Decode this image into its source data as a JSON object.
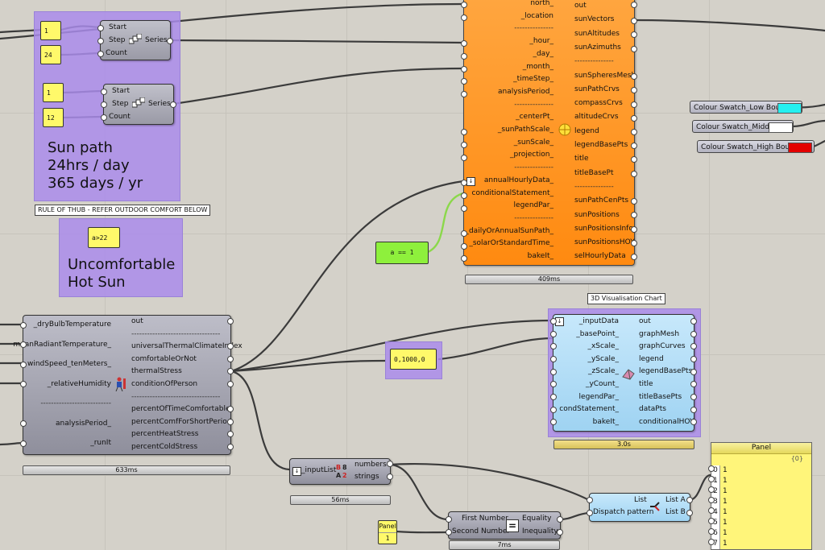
{
  "sunpath_group": {
    "series1": {
      "start_val": "1",
      "count_val": "24",
      "start": "Start",
      "step": "Step",
      "count": "Count",
      "out": "Series"
    },
    "series2": {
      "start_val": "1",
      "count_val": "12",
      "start": "Start",
      "step": "Step",
      "count": "Count",
      "out": "Series"
    },
    "note": [
      "Sun path",
      "24hrs / day",
      "365 days / yr"
    ]
  },
  "rule_tag": "RULE OF THUB - REFER OUTDOOR COMFORT BELOW",
  "hot_group": {
    "expr": "a>22",
    "note": [
      "Uncomfortable",
      "Hot Sun"
    ]
  },
  "sunpath_comp": {
    "inputs": [
      "north_",
      "_location",
      "---------------",
      "_hour_",
      "_day_",
      "_month_",
      "_timeStep_",
      "analysisPeriod_",
      "---------------",
      "_centerPt_",
      "_sunPathScale_",
      "_sunScale_",
      "_projection_",
      "---------------",
      "annualHourlyData_",
      "conditionalStatement_",
      "legendPar_",
      "---------------",
      "_dailyOrAnnualSunPath_",
      "_solarOrStandardTime_",
      "bakeIt_"
    ],
    "outputs": [
      "out",
      "sunVectors",
      "sunAltitudes",
      "sunAzimuths",
      "---------------",
      "sunSpheresMesh",
      "sunPathCrvs",
      "compassCrvs",
      "altitudeCrvs",
      "legend",
      "legendBasePts",
      "title",
      "titleBasePt",
      "---------------",
      "sunPathCenPts",
      "sunPositions",
      "sunPositionsInfo",
      "sunPositionsHOY",
      "selHourlyData"
    ],
    "time": "409ms"
  },
  "green_panel": "a == 1",
  "swatches": [
    {
      "label": "Colour Swatch_Low Bound",
      "color": "#25f0f0"
    },
    {
      "label": "Colour Swatch_Middle",
      "color": "#ffffff"
    },
    {
      "label": "Colour Swatch_High Bound",
      "color": "#e30000"
    }
  ],
  "comfort_comp": {
    "inputs": [
      "_dryBulbTemperature",
      "meanRadiantTemperature_",
      "windSpeed_tenMeters_",
      "_relativeHumidity",
      "---------------------------",
      "analysisPeriod_",
      "_runIt"
    ],
    "outputs": [
      "out",
      "----------------------------------",
      "universalThermalClimateIndex",
      "comfortableOrNot",
      "thermalStress",
      "conditionOfPerson",
      "----------------------------------",
      "percentOfTimeComfortable",
      "percentComfForShortPeriod",
      "percentHeatStress",
      "percentColdStress"
    ],
    "time": "633ms"
  },
  "vector_panel": "0,1000,0",
  "chart_tag": "3D Visualisation Chart",
  "chart_comp": {
    "inputs": [
      "_inputData",
      "_basePoint_",
      "_xScale_",
      "_yScale_",
      "_zScale_",
      "_yCount_",
      "legendPar_",
      "condStatement_",
      "bakeIt_"
    ],
    "outputs": [
      "out",
      "graphMesh",
      "graphCurves",
      "legend",
      "legendBasePts",
      "title",
      "titleBasePts",
      "dataPts",
      "conditionalHOY"
    ],
    "time": "3.0s"
  },
  "list_comp": {
    "input": "_inputList",
    "outputs": [
      "numbers",
      "strings"
    ],
    "time": "56ms"
  },
  "equality_comp": {
    "inputs": [
      "First Number",
      "Second Number"
    ],
    "outputs": [
      "Equality",
      "Inequality"
    ],
    "time": "7ms"
  },
  "panel_small": {
    "title": "Panel",
    "value": "1"
  },
  "dispatch_comp": {
    "inputs": [
      "List",
      "Dispatch pattern"
    ],
    "outputs": [
      "List A",
      "List B"
    ]
  },
  "panel_big": {
    "title": "Panel",
    "path": "{0}",
    "rows": [
      {
        "idx": "0",
        "val": "1"
      },
      {
        "idx": "1",
        "val": "1"
      },
      {
        "idx": "2",
        "val": "1"
      },
      {
        "idx": "3",
        "val": "1"
      },
      {
        "idx": "4",
        "val": "1"
      },
      {
        "idx": "5",
        "val": "1"
      },
      {
        "idx": "6",
        "val": "1"
      },
      {
        "idx": "7",
        "val": "1"
      }
    ]
  },
  "colors": {
    "canvas": "#d4d1c9",
    "group": "#aa8ceb",
    "sunpath": "#ff9a20",
    "chart": "#b3def7",
    "slider": "#fff96a",
    "panel": "#fff57a",
    "green": "#8ef03c"
  }
}
